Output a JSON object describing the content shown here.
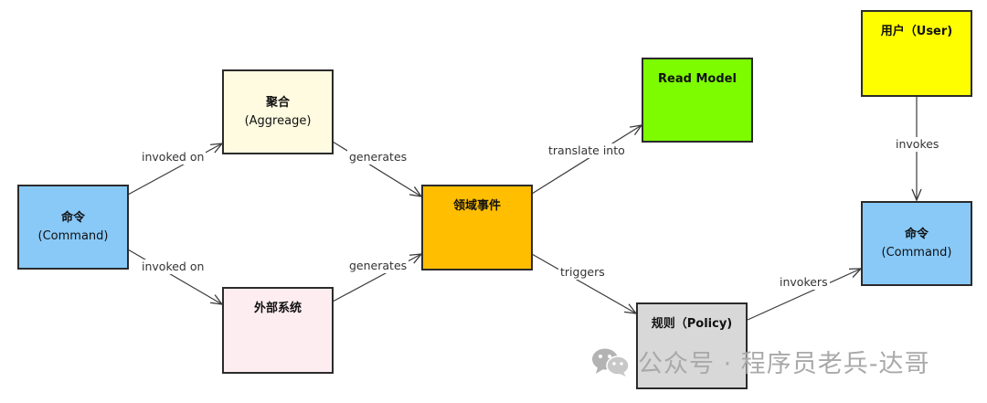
{
  "nodes": {
    "command_left": {
      "line1": "命令",
      "line2": "(Command)",
      "color": "#88c9f8"
    },
    "aggregate": {
      "line1": "聚合",
      "line2": "(Aggreage)",
      "color": "#fefbe0"
    },
    "external": {
      "line1": "外部系统",
      "color": "#fdedf1"
    },
    "domain_event": {
      "line1": "领域事件",
      "color": "#ffbe00"
    },
    "read_model": {
      "line1": "Read Model",
      "color": "#7dfc00"
    },
    "user": {
      "line1": "用户（User)",
      "color": "#fefe00"
    },
    "command_right": {
      "line1": "命令",
      "line2": "(Command)",
      "color": "#88c9f8"
    },
    "policy": {
      "line1": "规则（Policy)",
      "color": "#d8d8d8"
    }
  },
  "edges": {
    "cmd_to_aggregate": "invoked on",
    "cmd_to_external": "invoked on",
    "aggregate_to_event": "generates",
    "external_to_event": "generates",
    "event_to_readmodel": "translate into",
    "event_to_policy": "triggers",
    "user_to_command": "invokes",
    "policy_to_command": "invokers"
  },
  "watermark": {
    "text": "公众号 · 程序员老兵-达哥",
    "icon": "wechat-icon"
  }
}
